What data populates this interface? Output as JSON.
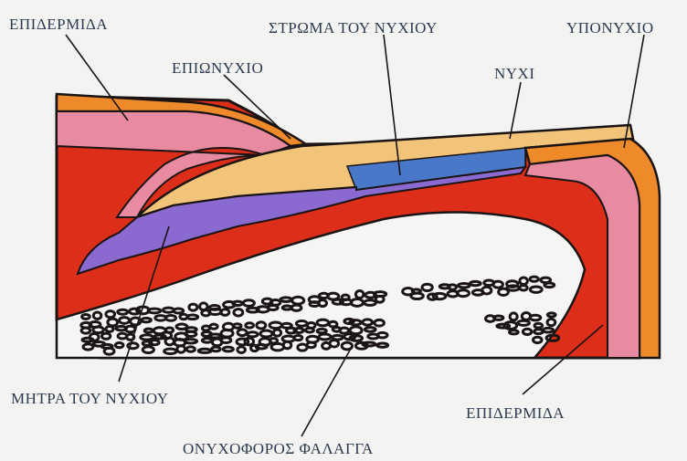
{
  "labels": {
    "epidermis_top": "ΕΠΙΔΕΡΜΙΔΑ",
    "eponychium": "ΕΠΙΩΝΥΧΙΟ",
    "nail_bed": "ΣΤΡΩΜΑ ΤΟΥ ΝΥΧΙΟΥ",
    "nail": "ΝΥΧΙ",
    "hyponychium": "ΥΠΟΝΥΧΙΟ",
    "nail_matrix": "ΜΗΤΡΑ ΤΟΥ ΝΥΧΙΟΥ",
    "epidermis_bottom": "ΕΠΙΔΕΡΜΙΔΑ",
    "distal_phalanx": "ΟΝΥΧΟΦΟΡΟΣ ΦΑΛΑΓΓΑ"
  },
  "colors": {
    "dermis": "#dd2e1a",
    "epidermis_orange": "#ef8a2a",
    "pink_layer": "#e98ba0",
    "nail_plate": "#f2c47a",
    "nail_bed": "#4a78c9",
    "matrix": "#8a6ad0",
    "bone": "#f5f5f3",
    "outline": "#1a1414"
  }
}
